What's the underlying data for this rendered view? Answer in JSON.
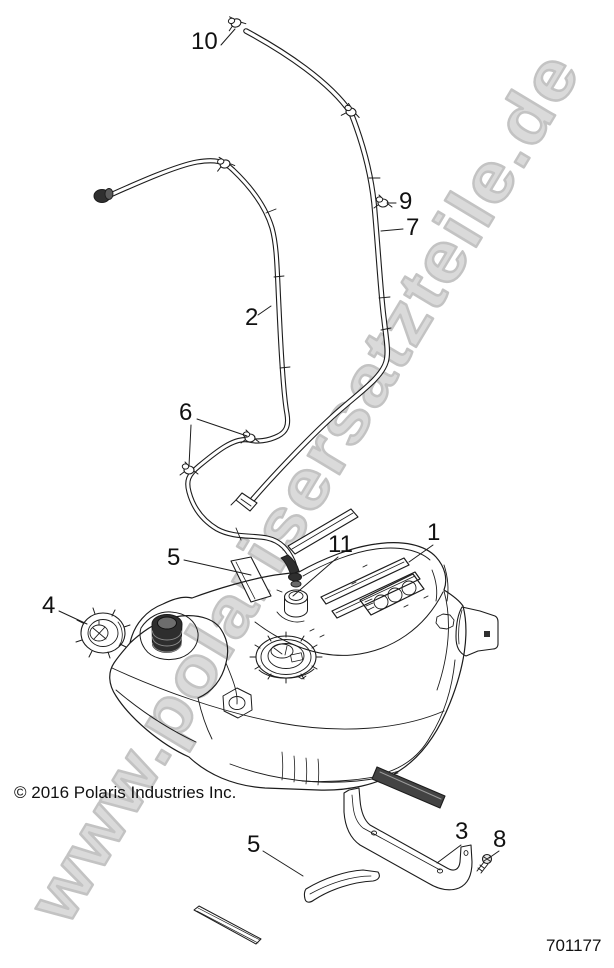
{
  "diagram": {
    "watermark": "www.polarisersatzteile.de",
    "copyright": "© 2016 Polaris Industries Inc.",
    "part_number": "701177",
    "callouts": [
      {
        "label": "1"
      },
      {
        "label": "2"
      },
      {
        "label": "3"
      },
      {
        "label": "4"
      },
      {
        "label": "5"
      },
      {
        "label": "5"
      },
      {
        "label": "6"
      },
      {
        "label": "7"
      },
      {
        "label": "8"
      },
      {
        "label": "9"
      },
      {
        "label": "10"
      },
      {
        "label": "11"
      }
    ]
  }
}
